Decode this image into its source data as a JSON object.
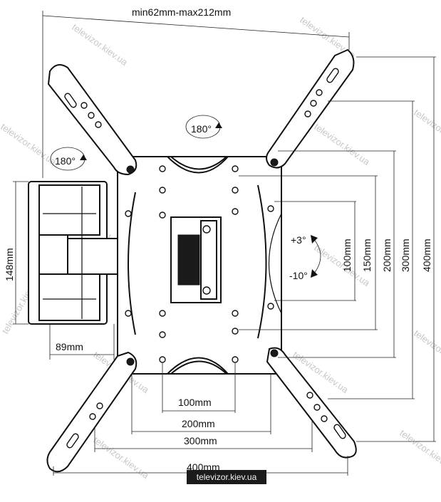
{
  "labels": {
    "top_range": "min62mm-max212mm",
    "rot_top": "180°",
    "rot_left": "180°",
    "tilt_up": "+3°",
    "tilt_down": "-10°",
    "height_left": "148mm",
    "depth": "89mm",
    "v100": "100mm",
    "v150": "150mm",
    "v200": "200mm",
    "v300": "300mm",
    "v400": "400mm",
    "h100": "100mm",
    "h200": "200mm",
    "h300": "300mm",
    "h400": "400mm"
  },
  "watermark": "televizor.kiev.ua",
  "credit": "televizor.kiev.ua"
}
